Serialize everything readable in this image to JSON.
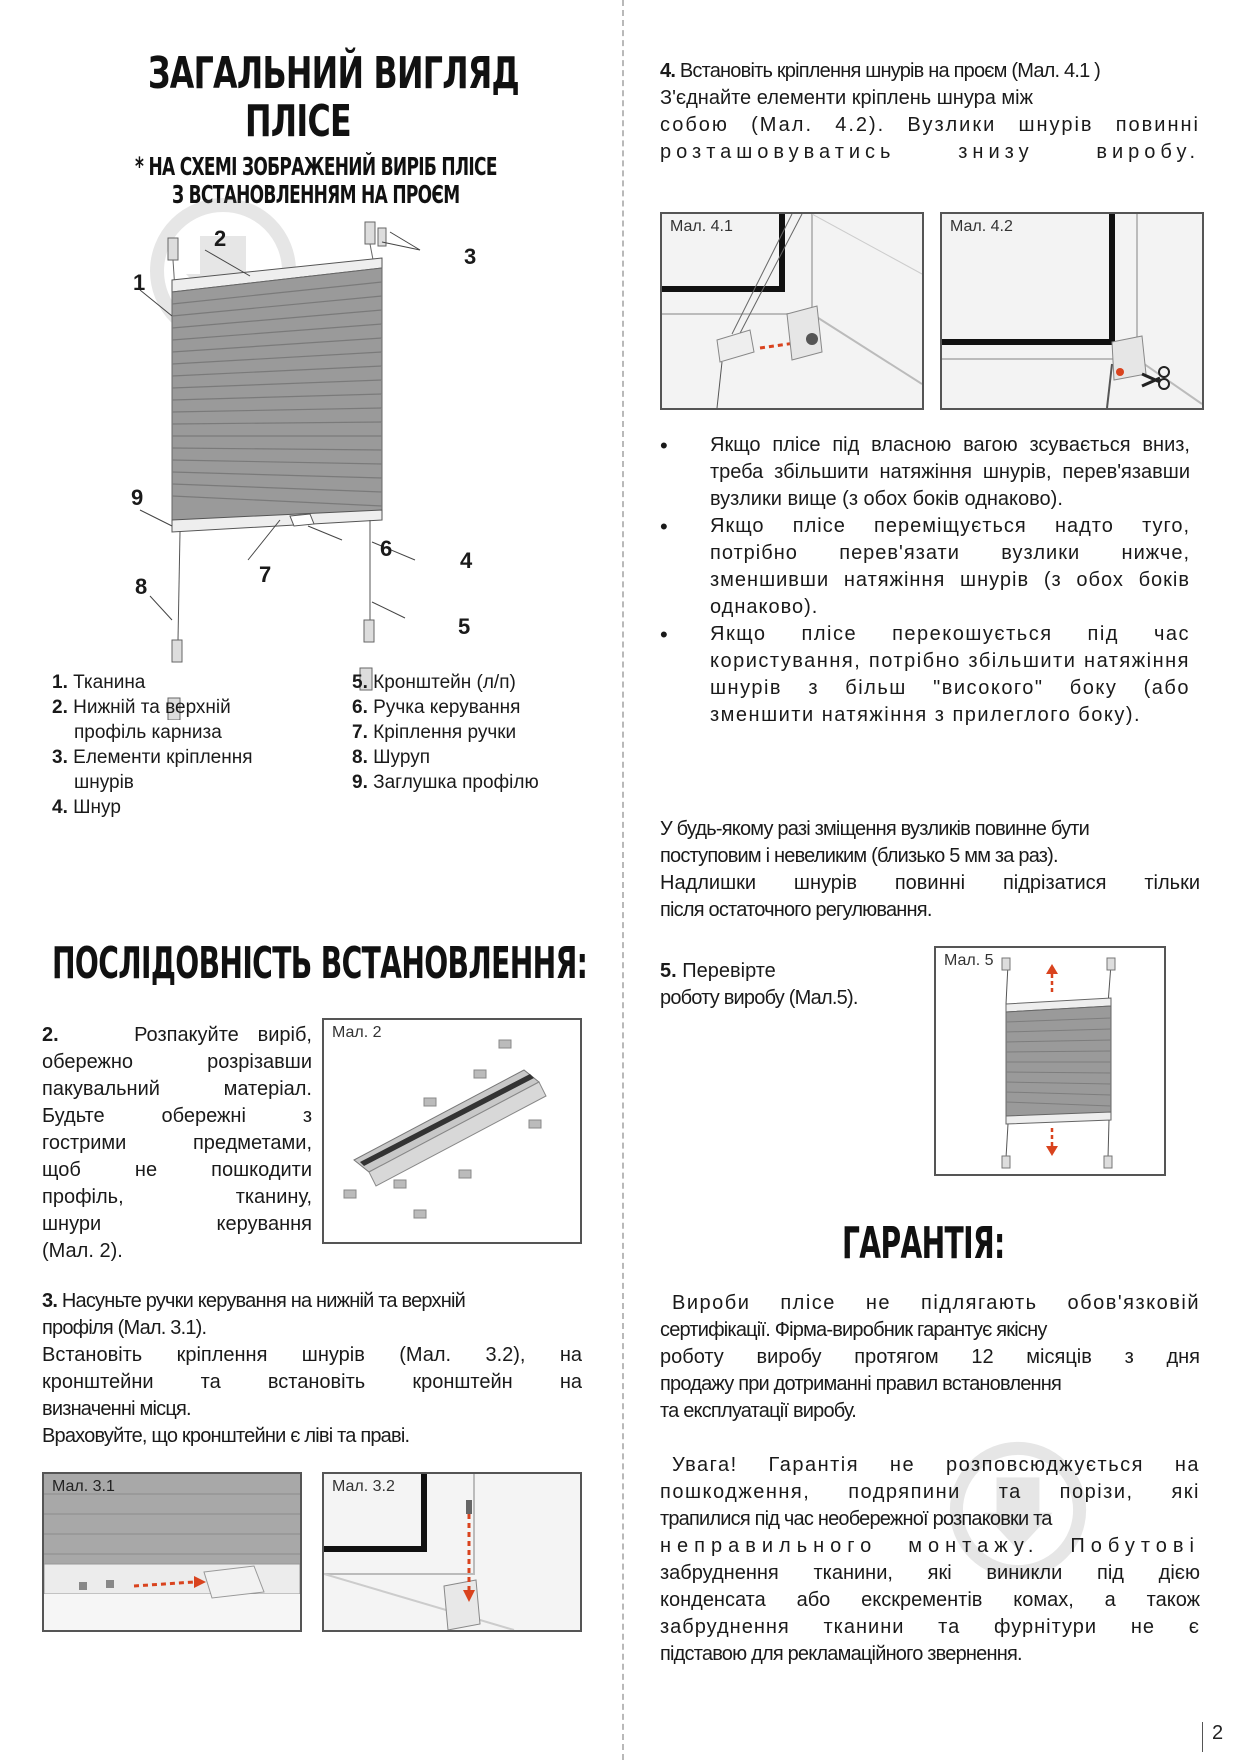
{
  "left": {
    "title_line1": "ЗАГАЛЬНИЙ ВИГЛЯД",
    "title_line2": "ПЛІСЕ",
    "subtitle_line1": "* НА СХЕМІ ЗОБРАЖЕНИЙ ВИРІБ ПЛІСЕ",
    "subtitle_line2": "З ВСТАНОВЛЕННЯМ НА ПРОЄМ",
    "callouts": [
      "1",
      "2",
      "3",
      "4",
      "5",
      "6",
      "7",
      "8",
      "9"
    ],
    "legend_col1": [
      {
        "num": "1.",
        "text": "Тканина"
      },
      {
        "num": "2.",
        "text": "Нижній та верхній профіль карниза"
      },
      {
        "num": "3.",
        "text": "Елементи кріплення шнурів"
      },
      {
        "num": "4.",
        "text": "Шнур"
      }
    ],
    "legend_col2": [
      {
        "num": "5.",
        "text": "Кронштейн (л/п)"
      },
      {
        "num": "6.",
        "text": "Ручка керування"
      },
      {
        "num": "7.",
        "text": "Кріплення ручки"
      },
      {
        "num": "8.",
        "text": "Шуруп"
      },
      {
        "num": "9.",
        "text": "Заглушка профілю"
      }
    ],
    "install_title": "ПОСЛІДОВНІСТЬ ВСТАНОВЛЕННЯ:",
    "step2_num": "2.",
    "step2_lines": [
      "Розпакуйте виріб,",
      "обережно розрізавши",
      "пакувальний матеріал.",
      "Будьте обережні з",
      "гострими предметами,",
      "щоб не пошкодити",
      "профіль, тканину,",
      "шнури керування",
      "(Мал. 2)."
    ],
    "fig2_label": "Мал. 2",
    "step3_num": "3.",
    "step3_lines": [
      "Насуньте ручки керування на нижній та верхній",
      "профіля (Мал. 3.1).",
      "Встановіть кріплення шнурів (Мал. 3.2), на",
      "кронштейни та встановіть кронштейн на",
      "визначенні місця.",
      "Враховуйте, що кронштейни є ліві та праві."
    ],
    "fig31_label": "Мал. 3.1",
    "fig32_label": "Мал. 3.2"
  },
  "right": {
    "step4_num": "4.",
    "step4_lines": [
      "Встановіть кріплення шнурів на проєм (Мал. 4.1 )",
      "З'єднайте елементи кріплень шнура між",
      "собою (Мал. 4.2). Вузлики шнурів повинні",
      "розташовуватись знизу виробу."
    ],
    "fig41_label": "Мал. 4.1",
    "fig42_label": "Мал. 4.2",
    "bullets": [
      "Якщо плісе під власною вагою зсувається вниз, треба збільшити натяжіння шнурів, перев'язавши вузлики вище (з обох боків однаково).",
      "Якщо плісе переміщується надто туго, потрібно перев'язати вузлики нижче, зменшивши натяжіння шнурів (з обох боків однаково).",
      "Якщо плісе перекошується під час користування, потрібно збільшити натяжіння шнурів з більш \"високого\" боку (або зменшити натяжіння з прилеглого боку)."
    ],
    "bullet_mark": "•",
    "note_lines": [
      "У будь-якому разі зміщення вузликів повинне бути",
      "поступовим і невеликим (близько 5 мм за раз).",
      "Надлишки шнурів повинні підрізатися тільки",
      "після остаточного регулювання."
    ],
    "step5_num": "5.",
    "step5_line1": "Перевірте",
    "step5_line2": "роботу виробу (Мал.5).",
    "fig5_label": "Мал. 5",
    "warranty_title": "ГАРАНТІЯ:",
    "warranty_p1": [
      "Вироби плісе не підлягають обов'язковій",
      "сертифікації. Фірма-виробник гарантує якісну",
      "роботу виробу протягом 12 місяців з дня",
      "продажу при дотриманні правил встановлення",
      "та експлуатації виробу."
    ],
    "warranty_p2": [
      "Увага! Гарантія не розповсюджується на",
      "пошкодження, подряпини та порізи, які",
      "трапилися під час необережної розпаковки та",
      "неправильного монтажу. Побутові",
      "забруднення тканини, які виникли під дією",
      "конденсата або екскрементів комах, а також",
      "забруднення тканини та фурнітури не є",
      "підставою для рекламаційного звернення."
    ]
  },
  "page_number": "2",
  "colors": {
    "accent_arrow": "#d9431e",
    "fabric": "#9a9a9a",
    "text": "#1a1a1a"
  }
}
